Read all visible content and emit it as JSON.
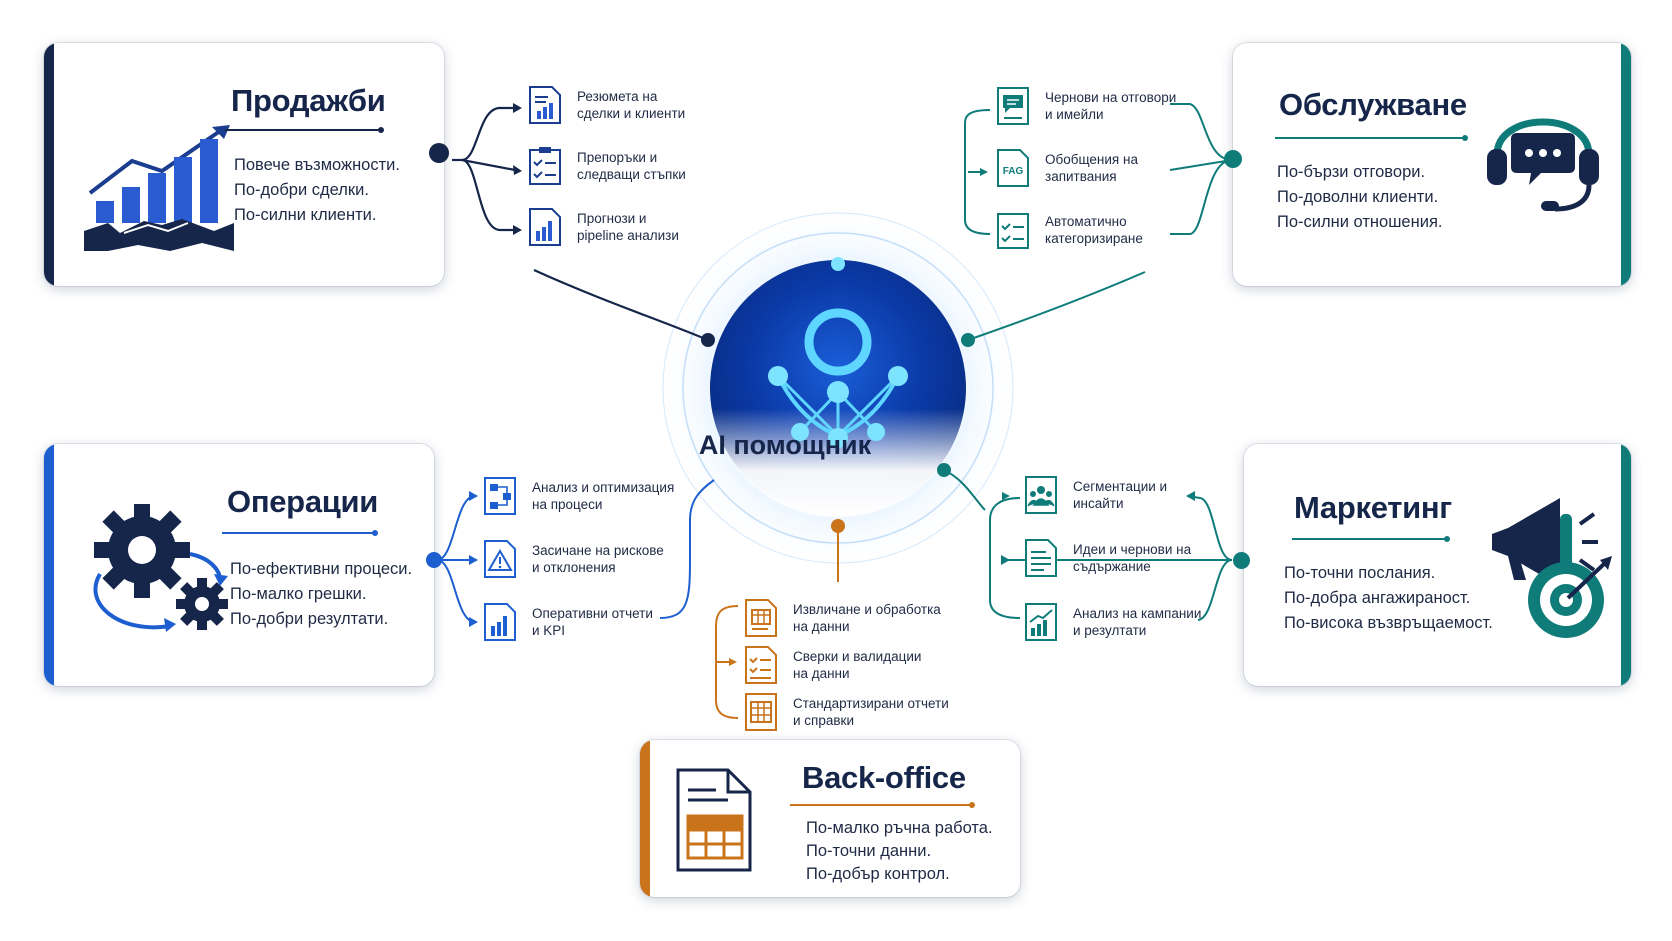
{
  "hub": {
    "label": "AI помощник",
    "colors": {
      "core": "#0b3aa8",
      "glow": "#3fc3f0"
    }
  },
  "colors": {
    "sales": "#16264a",
    "service": "#0f7c7a",
    "operations": "#1d5fd0",
    "marketing": "#0f7c7a",
    "backoffice": "#c9741a"
  },
  "sales": {
    "title": "Продажби",
    "lines": [
      "Повече възможности.",
      "По-добри сделки.",
      "По-силни клиенти."
    ],
    "icon": "growth-chart-handshake-icon",
    "tasks": [
      {
        "icon": "document-chart-icon",
        "label": "Резюмета на\nсделки и клиенти"
      },
      {
        "icon": "checklist-icon",
        "label": "Препоръки и\nследващи стъпки"
      },
      {
        "icon": "bar-chart-icon",
        "label": "Прогнози и\npipeline анализи"
      }
    ]
  },
  "service": {
    "title": "Обслужване",
    "lines": [
      "По-бързи отговори.",
      "По-доволни клиенти.",
      "По-силни отношения."
    ],
    "icon": "headset-chat-icon",
    "tasks": [
      {
        "icon": "chat-document-icon",
        "label": "Чернови на отговори\nи имейли"
      },
      {
        "icon": "faq-icon",
        "label": "Обобщения на\nзапитвания",
        "icon_text": "FAG"
      },
      {
        "icon": "checklist-icon",
        "label": "Автоматично\nкатегоризиране"
      }
    ]
  },
  "operations": {
    "title": "Операции",
    "lines": [
      "По-ефективни процеси.",
      "По-малко грешки.",
      "По-добри резултати."
    ],
    "icon": "gears-cycle-icon",
    "tasks": [
      {
        "icon": "process-flow-icon",
        "label": "Анализ и оптимизация\nна процеси"
      },
      {
        "icon": "warning-document-icon",
        "label": "Засичане на рискове\nи отклонения"
      },
      {
        "icon": "bar-chart-icon",
        "label": "Оперативни отчети\nи KPI"
      }
    ]
  },
  "marketing": {
    "title": "Маркетинг",
    "lines": [
      "По-точни послания.",
      "По-добра ангажираност.",
      "По-висока възвръщаемост."
    ],
    "icon": "megaphone-target-icon",
    "tasks": [
      {
        "icon": "audience-icon",
        "label": "Сегментации и\nинсайти"
      },
      {
        "icon": "content-document-icon",
        "label": "Идеи и чернови на\nсъдържание"
      },
      {
        "icon": "growth-chart-icon",
        "label": "Анализ на кампании\nи резултати"
      }
    ]
  },
  "backoffice": {
    "title": "Back-office",
    "lines": [
      "По-малко ръчна работа.",
      "По-точни данни.",
      "По-добър контрол."
    ],
    "icon": "spreadsheet-document-icon",
    "tasks": [
      {
        "icon": "data-extract-icon",
        "label": "Извличане и обработка\nна данни"
      },
      {
        "icon": "checklist-icon",
        "label": "Сверки и валидации\nна данни"
      },
      {
        "icon": "table-report-icon",
        "label": "Стандартизирани отчети\nи справки"
      }
    ]
  }
}
